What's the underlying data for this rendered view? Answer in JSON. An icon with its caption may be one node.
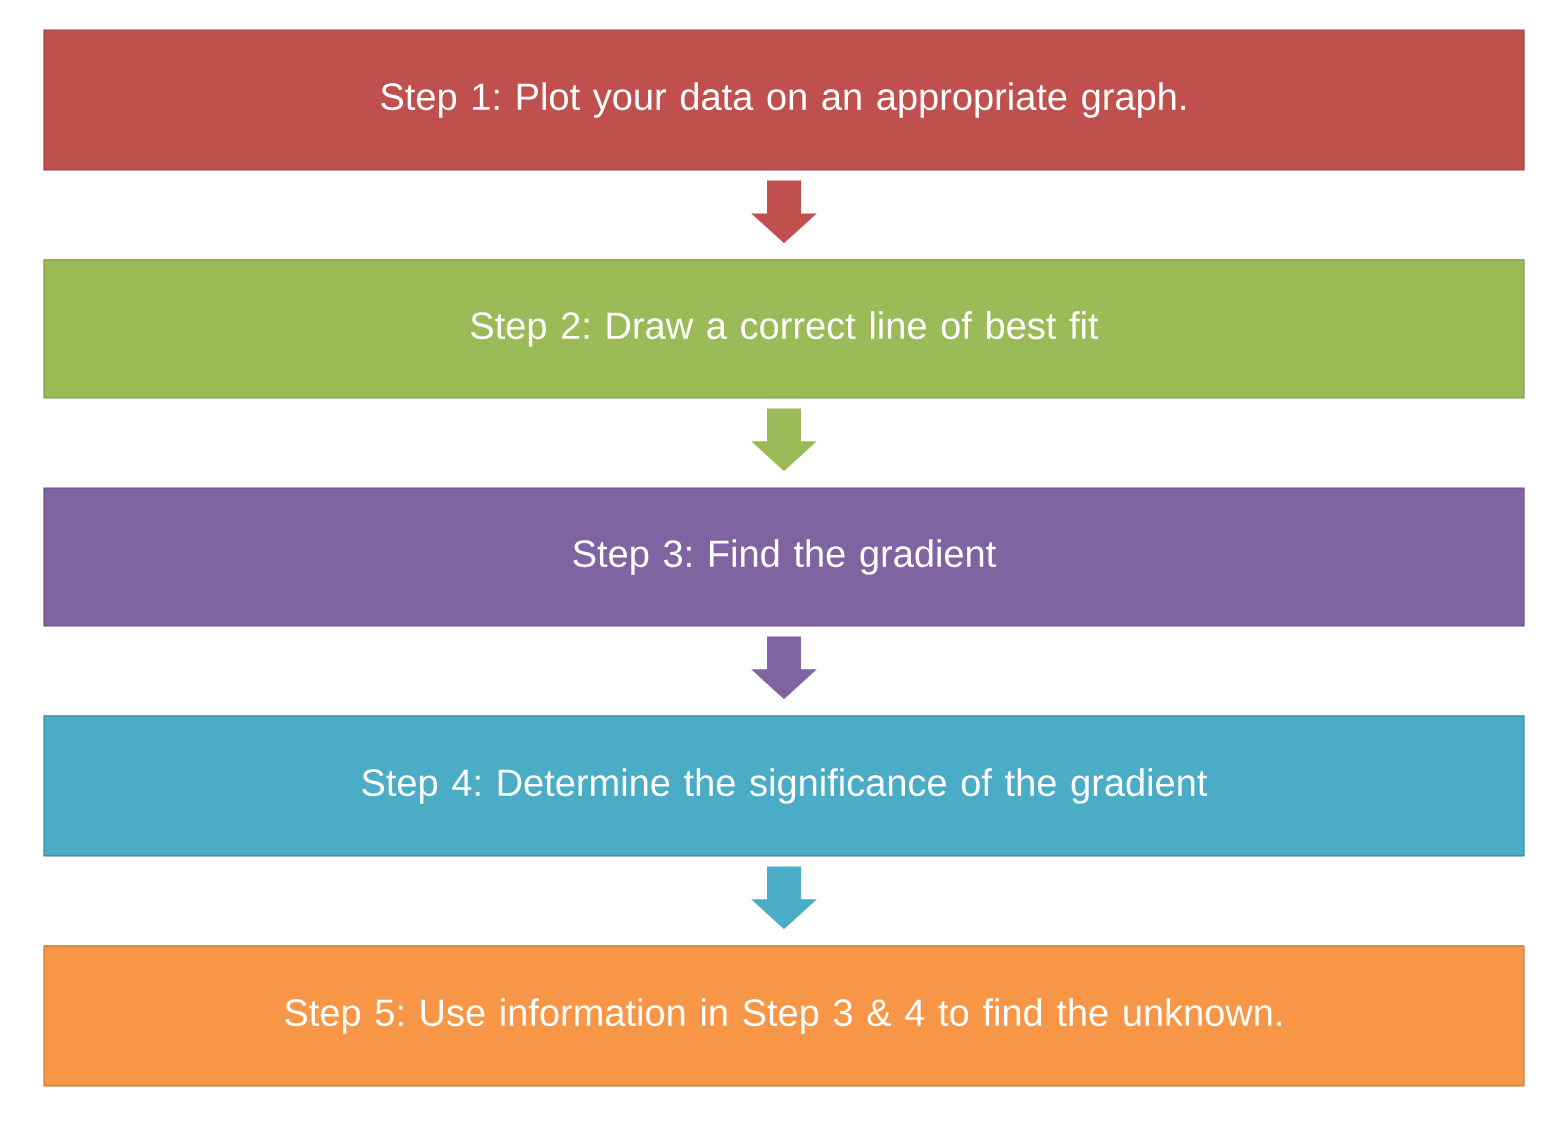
{
  "diagram": {
    "nodes": [
      {
        "text": [
          "Step 1: Plot your data on an appropriate graph."
        ]
      },
      {
        "text": [
          "Step 2: Draw a correct line of best fit"
        ]
      },
      {
        "text": [
          "Step 3: Find the gradient"
        ]
      },
      {
        "text": [
          "Step 4: Determine the significance of the gradient"
        ]
      },
      {
        "text": [
          "Step 5: Use information in Step 3 & 4 to find the unknown."
        ]
      }
    ],
    "edges": [
      {
        "from": 0,
        "to": 1,
        "arrow": "to",
        "color": "#c0504d"
      },
      {
        "from": 1,
        "to": 2,
        "arrow": "to",
        "color": "#9bbb59"
      },
      {
        "from": 2,
        "to": 3,
        "arrow": "to",
        "color": "#8064a2"
      },
      {
        "from": 3,
        "to": 4,
        "arrow": "to",
        "color": "#4bacc6"
      }
    ]
  }
}
